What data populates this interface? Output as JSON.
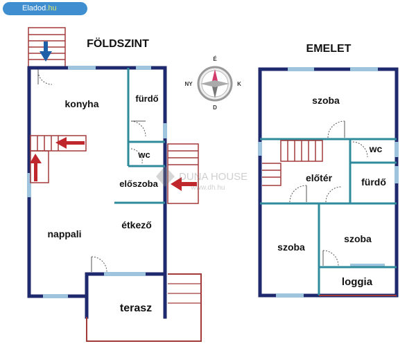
{
  "badge": {
    "site": "Eladod",
    "tld": ".hu"
  },
  "plans": {
    "ground_title": "FÖLDSZINT",
    "upper_title": "EMELET"
  },
  "compass": {
    "north": "É",
    "east": "K",
    "south": "D",
    "west": "NY"
  },
  "watermark": {
    "brand": "DUNA HOUSE",
    "url": "www.dh.hu"
  },
  "rooms_ground": {
    "konyha": "konyha",
    "furdo": "fürdő",
    "wc": "wc",
    "eloszoba": "előszoba",
    "nappali": "nappali",
    "etkezo": "étkező",
    "terasz": "terasz"
  },
  "rooms_upper": {
    "szoba_top": "szoba",
    "wc": "wc",
    "eloter": "előtér",
    "furdo": "fürdő",
    "szoba_left": "szoba",
    "szoba_right": "szoba",
    "loggia": "loggia"
  },
  "colors": {
    "wall": "#1f2a6e",
    "window": "#9fc4dd",
    "stair": "#a23a3a",
    "partition": "#2f8b9c",
    "arrow_red": "#c0272d",
    "arrow_blue": "#1f5fa8",
    "badge": "#3f8fd0"
  }
}
